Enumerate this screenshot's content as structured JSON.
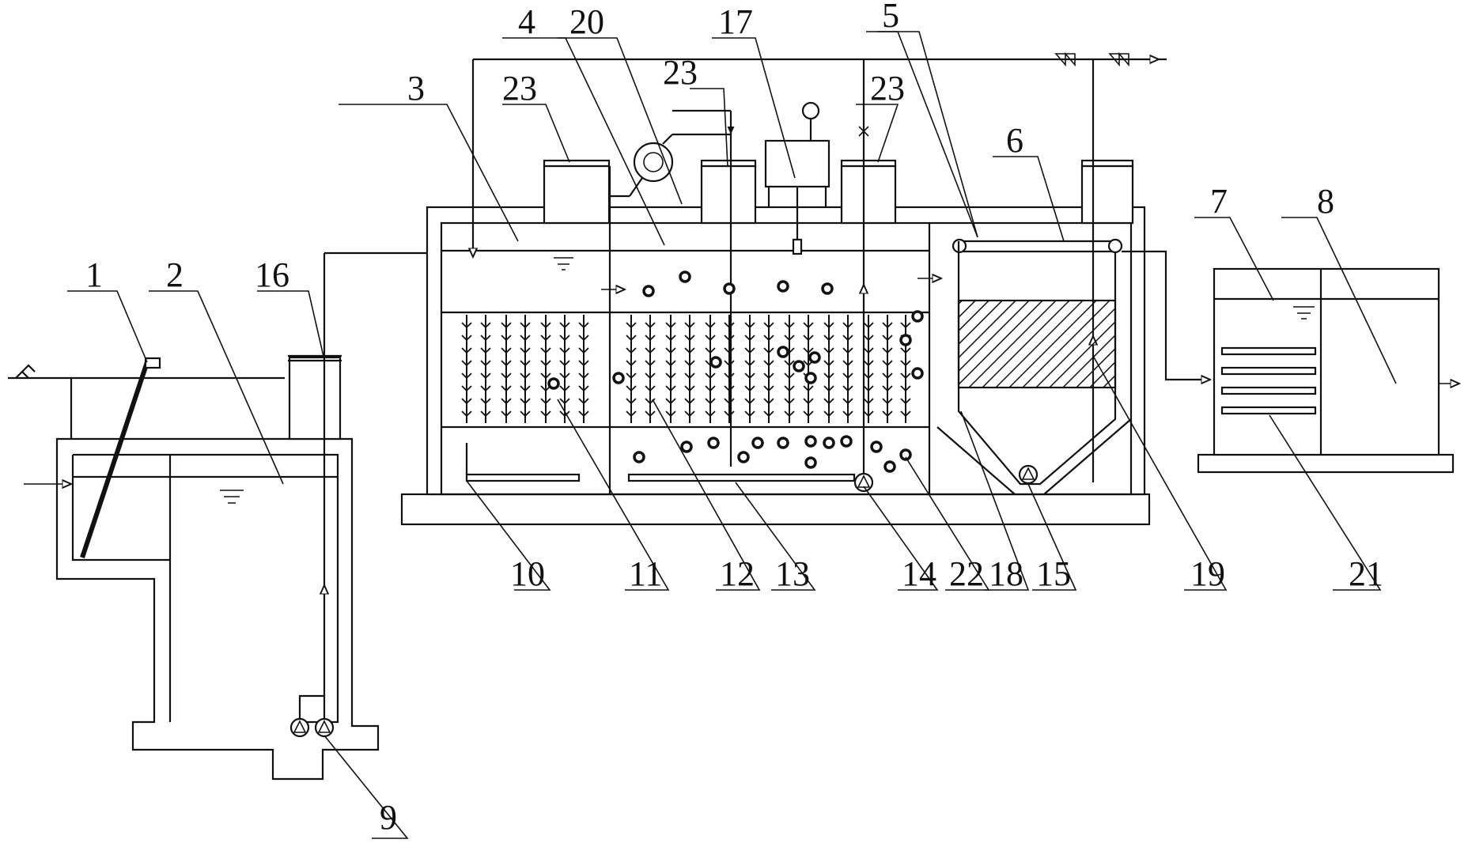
{
  "figure": {
    "labels": [
      "1",
      "2",
      "3",
      "4",
      "5",
      "6",
      "7",
      "8",
      "9",
      "10",
      "11",
      "12",
      "13",
      "14",
      "15",
      "16",
      "17",
      "18",
      "19",
      "20",
      "21",
      "22",
      "23"
    ],
    "colors": {
      "line": "#111111",
      "background": "#ffffff",
      "hatch": "#111111"
    }
  }
}
